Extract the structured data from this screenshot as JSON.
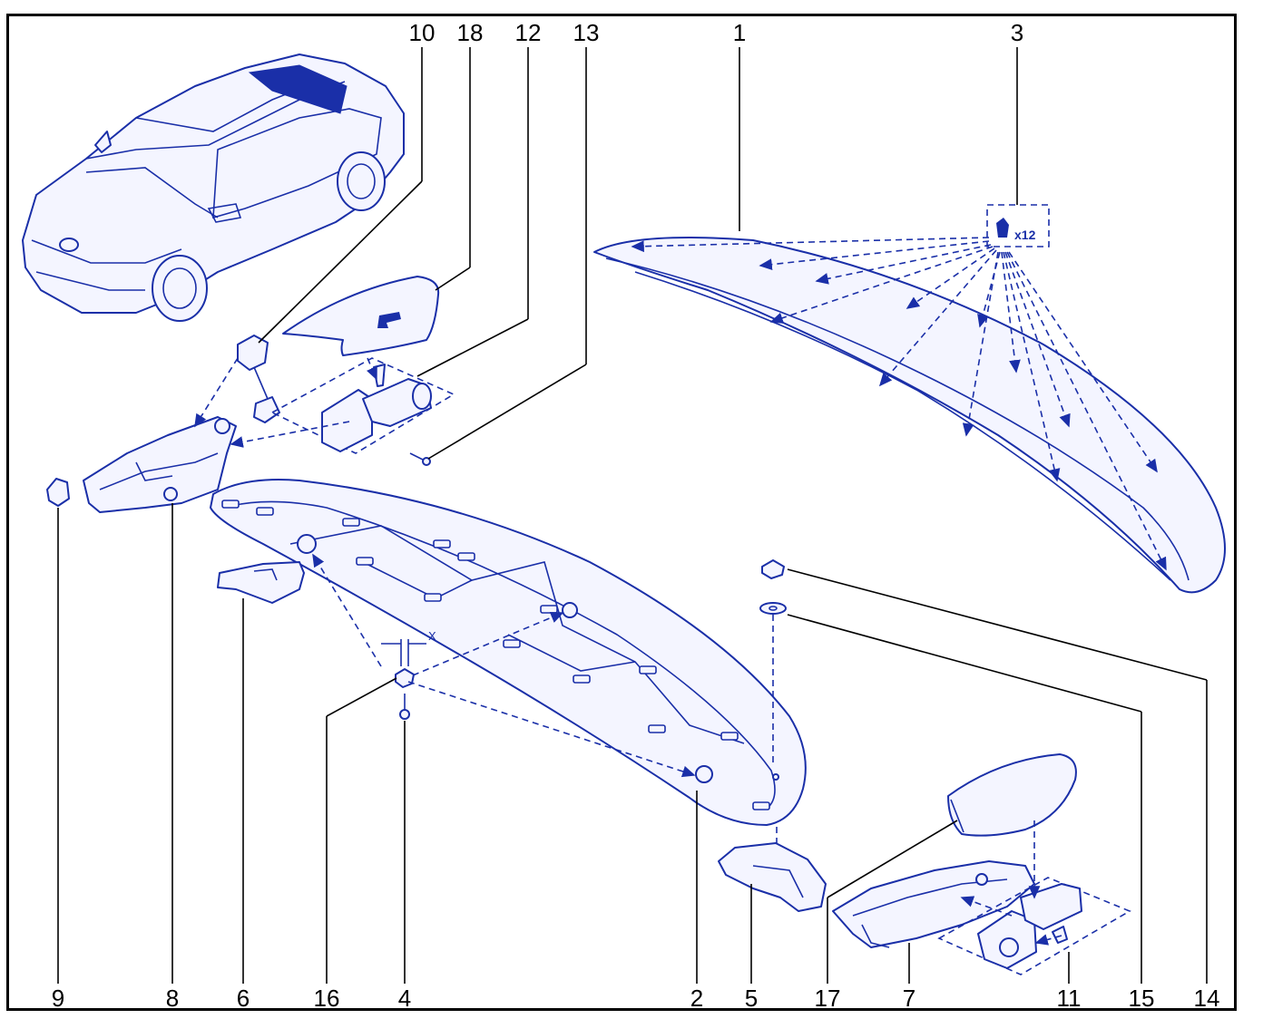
{
  "callouts": {
    "c1": "1",
    "c2": "2",
    "c3": "3",
    "c4": "4",
    "c5": "5",
    "c6": "6",
    "c7": "7",
    "c8": "8",
    "c9": "9",
    "c10": "10",
    "c11": "11",
    "c12": "12",
    "c13": "13",
    "c14": "14",
    "c15": "15",
    "c16": "16",
    "c17": "17",
    "c18": "18"
  },
  "annotations": {
    "clip_quantity": "x12",
    "dimension_label": "X"
  },
  "colors": {
    "line_art": "#1a2fa8",
    "callout_text": "#000000"
  }
}
